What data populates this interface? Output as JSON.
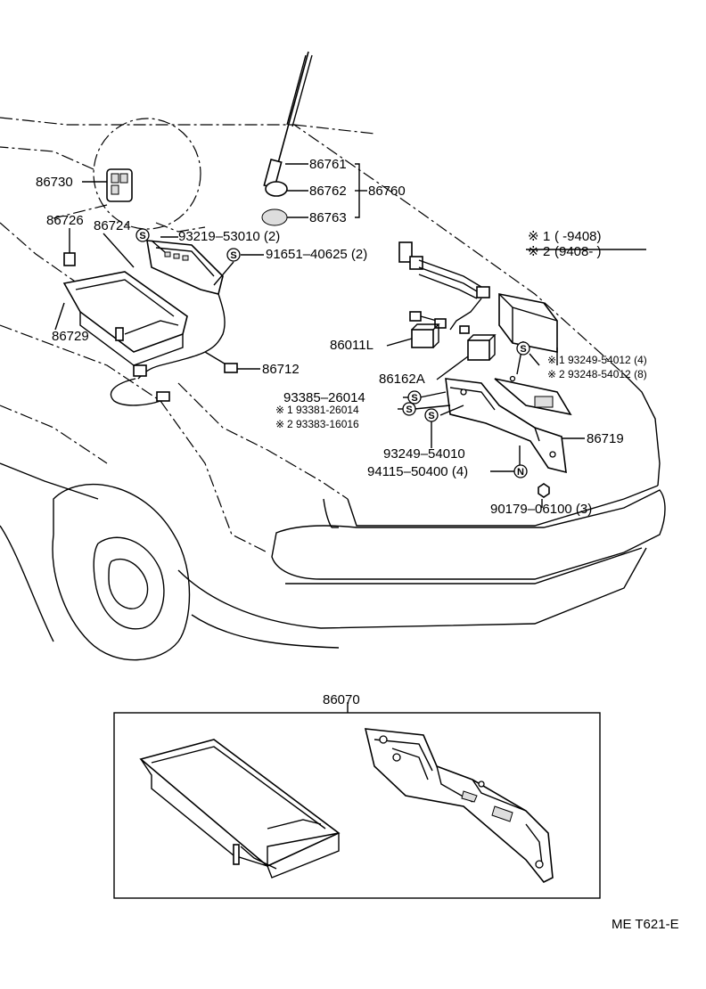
{
  "parts": {
    "p86730": "86730",
    "p86726": "86726",
    "p86724": "86724",
    "p86729": "86729",
    "p86712": "86712",
    "p86761": "86761",
    "p86762": "86762",
    "p86763": "86763",
    "p86760": "86760",
    "p93219": "93219–53010 (2)",
    "p91651": "91651–40625 (2)",
    "p86011L": "86011L",
    "p86162A": "86162A",
    "p93385": "93385–26014",
    "p93381": "93381-26014",
    "p93383": "93383-16016",
    "p93249a": "93249–54010",
    "p94115": "94115–50400 (4)",
    "p90179": "90179–06100 (3)",
    "p86719": "86719",
    "p93249b": "93249-54012 (4)",
    "p93248": "93248-54012 (8)",
    "p86070": "86070"
  },
  "variants": {
    "mark1": "1",
    "mark2": "2",
    "range1": "(          -9408)",
    "range2": "(9408-          )"
  },
  "symbols": {
    "s": "S",
    "n": "N",
    "asterisk": "※"
  },
  "figure_code": "ME T621-E"
}
